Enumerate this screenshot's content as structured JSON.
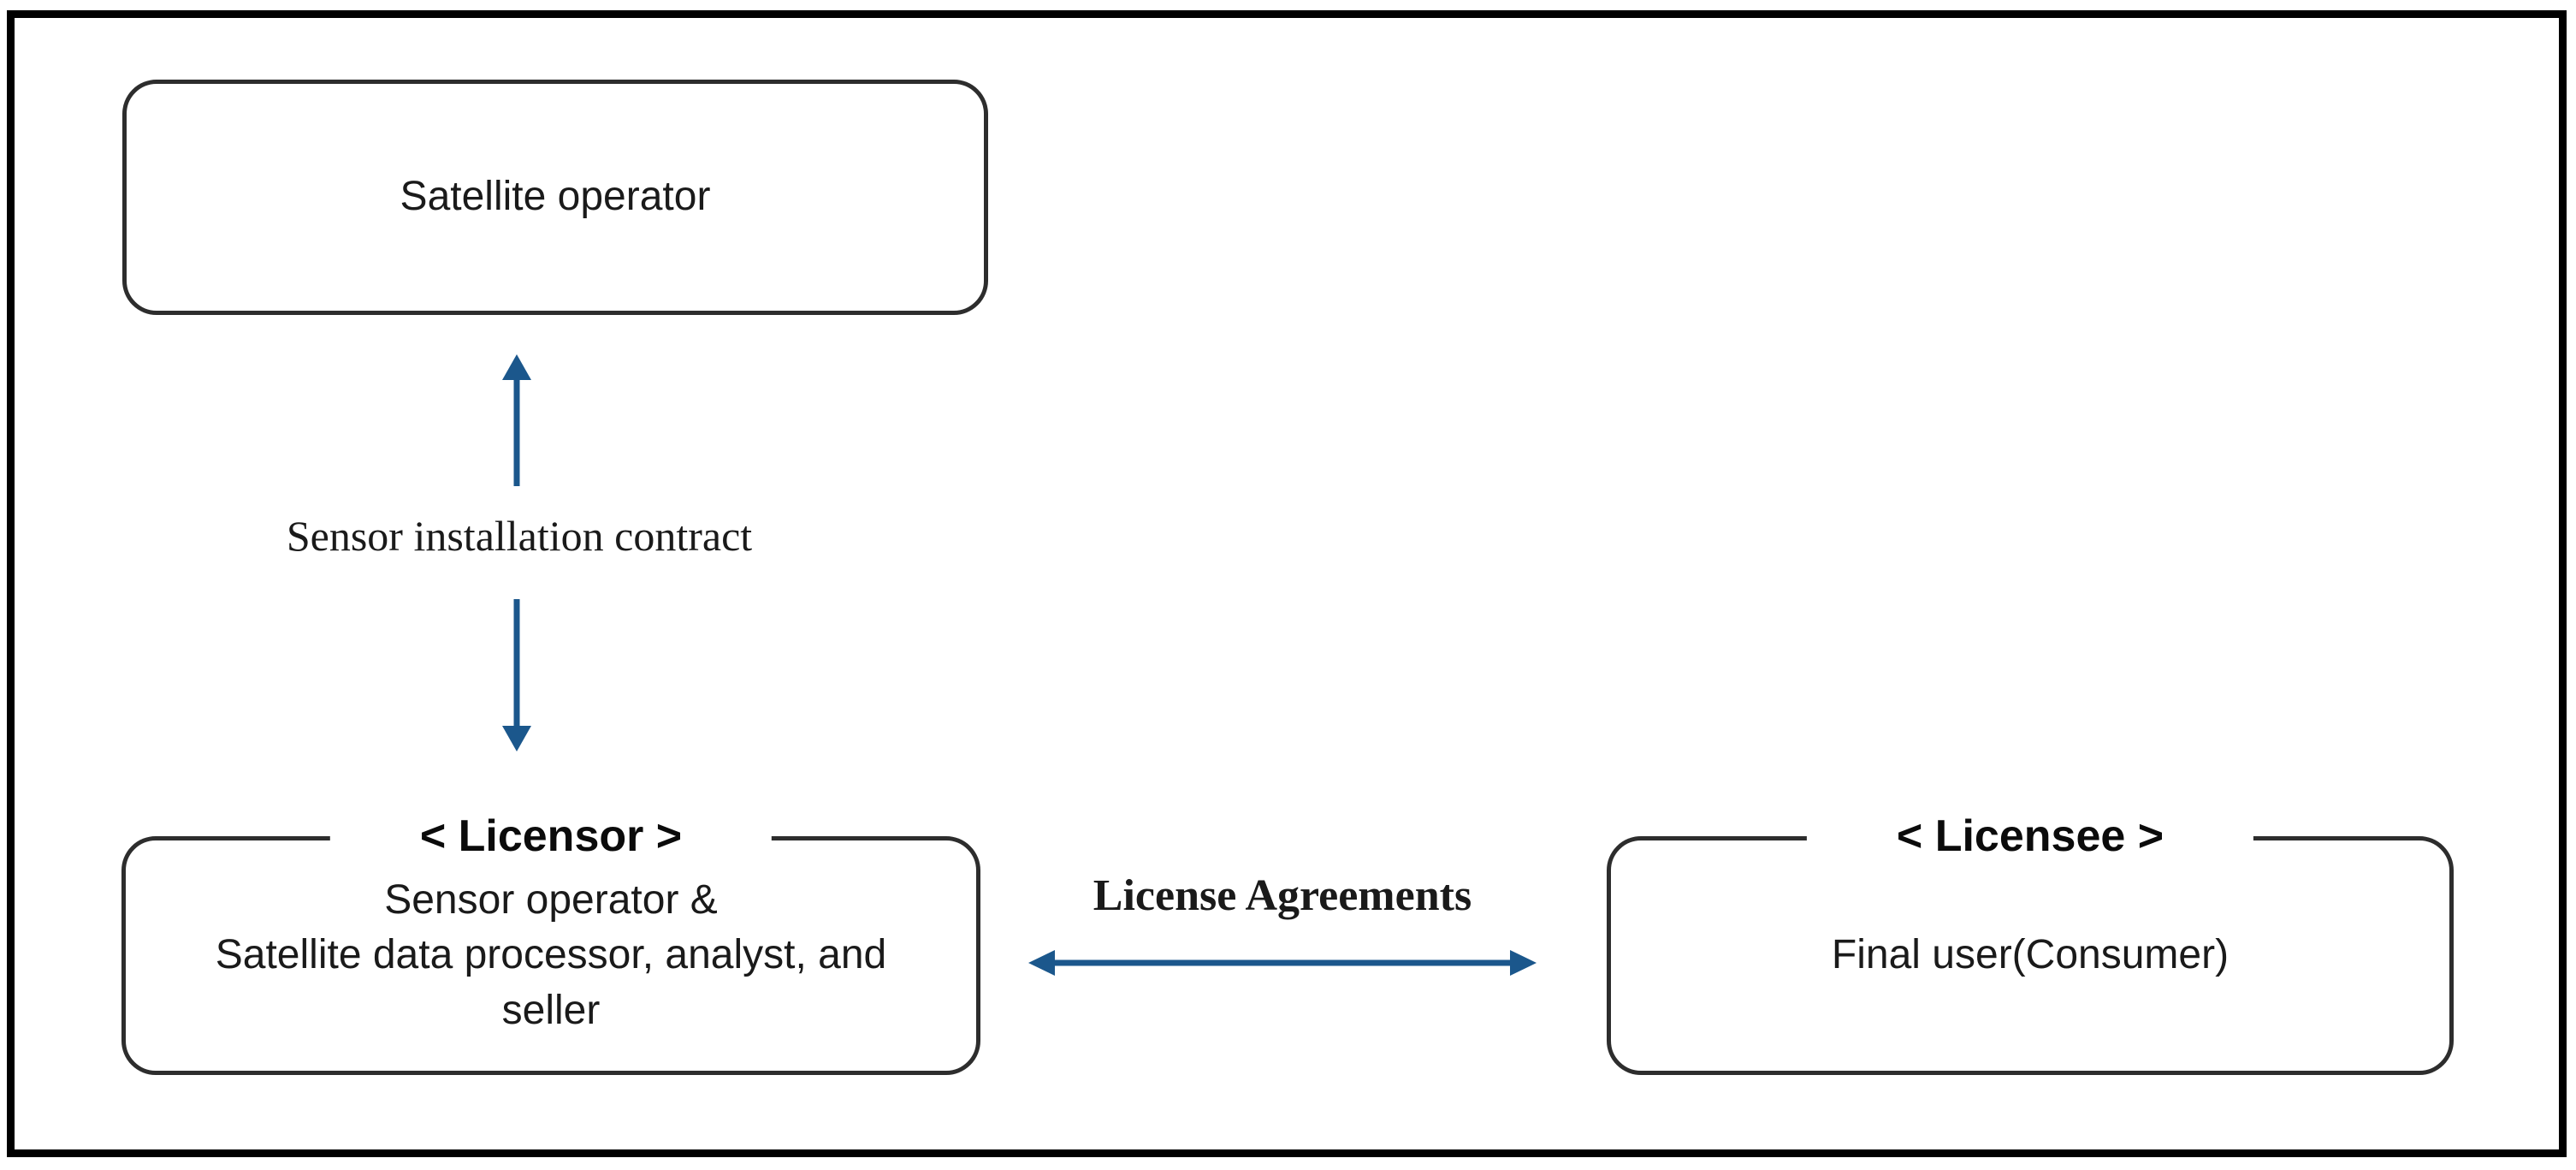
{
  "diagram": {
    "colors": {
      "background": "#FFFFFF",
      "outer_border": "#000000",
      "box_border": "#2D2D2D",
      "text": "#1A1A1A",
      "arrow_blue": "#1B578C"
    },
    "boxes": {
      "satellite_operator": {
        "label": "Satellite operator"
      },
      "licensor": {
        "title": "< Licensor >",
        "lines": [
          "Sensor operator &",
          "Satellite data processor, analyst, and",
          "seller"
        ]
      },
      "licensee": {
        "title": "< Licensee >",
        "label": "Final user(Consumer)"
      }
    },
    "connectors": {
      "sensor_installation": {
        "label": "Sensor installation contract",
        "type": "vertical-double-arrow"
      },
      "license_agreements": {
        "label": "License Agreements",
        "type": "horizontal-double-arrow"
      }
    }
  }
}
